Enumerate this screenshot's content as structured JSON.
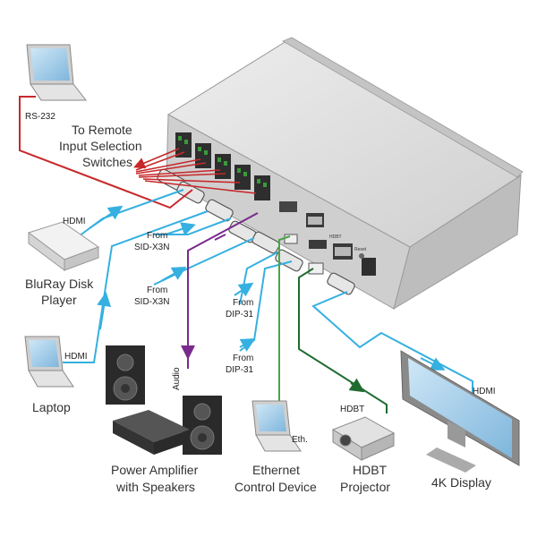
{
  "labels": {
    "rs232": "RS-232",
    "remote_line1": "To Remote",
    "remote_line2": "Input Selection",
    "remote_line3": "Switches",
    "hdmi_bluray": "HDMI",
    "bluray_line1": "BluRay Disk",
    "bluray_line2": "Player",
    "hdmi_laptop": "HDMI",
    "laptop": "Laptop",
    "from_sid1_line1": "From",
    "from_sid1_line2": "SID-X3N",
    "from_sid2_line1": "From",
    "from_sid2_line2": "SID-X3N",
    "from_dip1_line1": "From",
    "from_dip1_line2": "DIP-31",
    "from_dip2_line1": "From",
    "from_dip2_line2": "DIP-31",
    "audio": "Audio",
    "eth": "Eth.",
    "hdbt_cable": "HDBT",
    "hdmi_display": "HDMI",
    "amp_line1": "Power Amplifier",
    "amp_line2": "with Speakers",
    "ethdev_line1": "Ethernet",
    "ethdev_line2": "Control Device",
    "proj_line1": "HDBT",
    "proj_line2": "Projector",
    "display": "4K Display",
    "port_hdbt": "HDBT",
    "port_reset": "Reset"
  },
  "colors": {
    "rs232_cable": "#c8282a",
    "hdmi_cable": "#35b0e0",
    "audio_cable": "#7a2a8c",
    "eth_cable": "#4aa546",
    "hdbt_cable": "#1f6b2e",
    "device_body": "#d9d9d9"
  }
}
